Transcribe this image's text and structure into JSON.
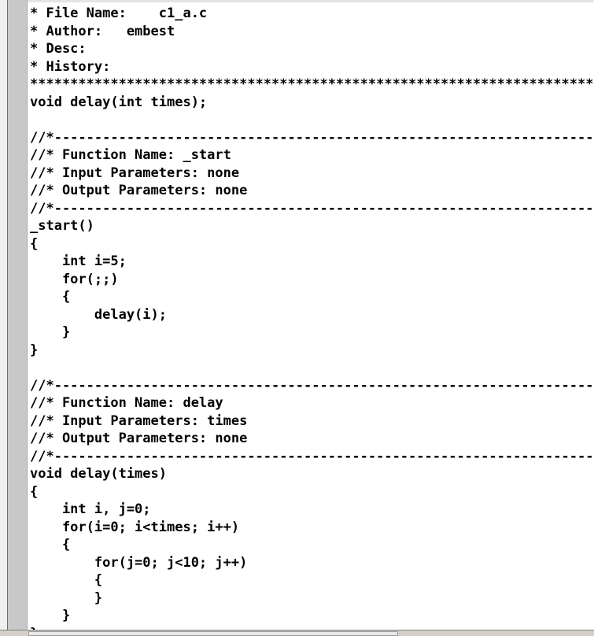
{
  "editor": {
    "lines": [
      "* File Name:    c1_a.c",
      "* Author:   embest",
      "* Desc:",
      "* History:",
      "**************************************************************************",
      "void delay(int times);",
      "",
      "//*----------------------------------------------------------------------",
      "//* Function Name: _start",
      "//* Input Parameters: none",
      "//* Output Parameters: none",
      "//*----------------------------------------------------------------------",
      "_start()",
      "{",
      "    int i=5;",
      "    for(;;)",
      "    {",
      "        delay(i);",
      "    }",
      "}",
      "",
      "//*----------------------------------------------------------------------",
      "//* Function Name: delay",
      "//* Input Parameters: times",
      "//* Output Parameters: none",
      "//*----------------------------------------------------------------------",
      "void delay(times)",
      "{",
      "    int i, j=0;",
      "    for(i=0; i<times; i++)",
      "    {",
      "        for(j=0; j<10; j++)",
      "        {",
      "        }",
      "    }",
      "}"
    ]
  }
}
